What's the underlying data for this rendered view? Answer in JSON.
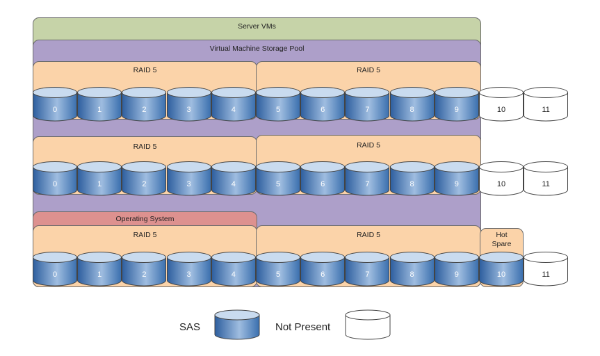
{
  "labels": {
    "server_vms": "Server VMs",
    "storage_pool": "Virtual Machine Storage Pool",
    "raid": "RAID 5",
    "operating_system": "Operating System",
    "hot_spare": "Hot\nSpare"
  },
  "disks": [
    "0",
    "1",
    "2",
    "3",
    "4",
    "5",
    "6",
    "7",
    "8",
    "9",
    "10",
    "11"
  ],
  "rows": [
    {
      "present": [
        0,
        1,
        2,
        3,
        4,
        5,
        6,
        7,
        8,
        9
      ]
    },
    {
      "present": [
        0,
        1,
        2,
        3,
        4,
        5,
        6,
        7,
        8,
        9
      ]
    },
    {
      "present": [
        0,
        1,
        2,
        3,
        4,
        5,
        6,
        7,
        8,
        9,
        10
      ]
    }
  ],
  "legend": {
    "sas": "SAS",
    "not_present": "Not Present"
  },
  "colors": {
    "sas_dark": "#3a6fae",
    "sas_light": "#b9cfe8",
    "empty_fill": "#ffffff",
    "outline": "#444444"
  }
}
